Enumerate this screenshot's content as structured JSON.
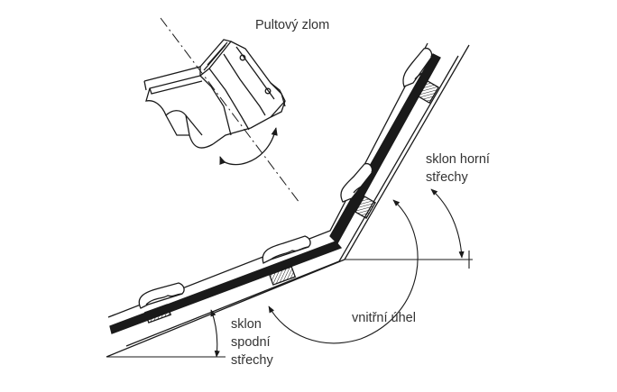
{
  "labels": {
    "title": "Pultový zlom",
    "upper_slope": [
      "sklon horní",
      "střechy"
    ],
    "inner_angle": "vnitřní úhel",
    "lower_slope": [
      "sklon",
      "spodní",
      "střechy"
    ]
  },
  "colors": {
    "line": "#1a1a1a",
    "text": "#333333",
    "fill": "#ffffff"
  }
}
